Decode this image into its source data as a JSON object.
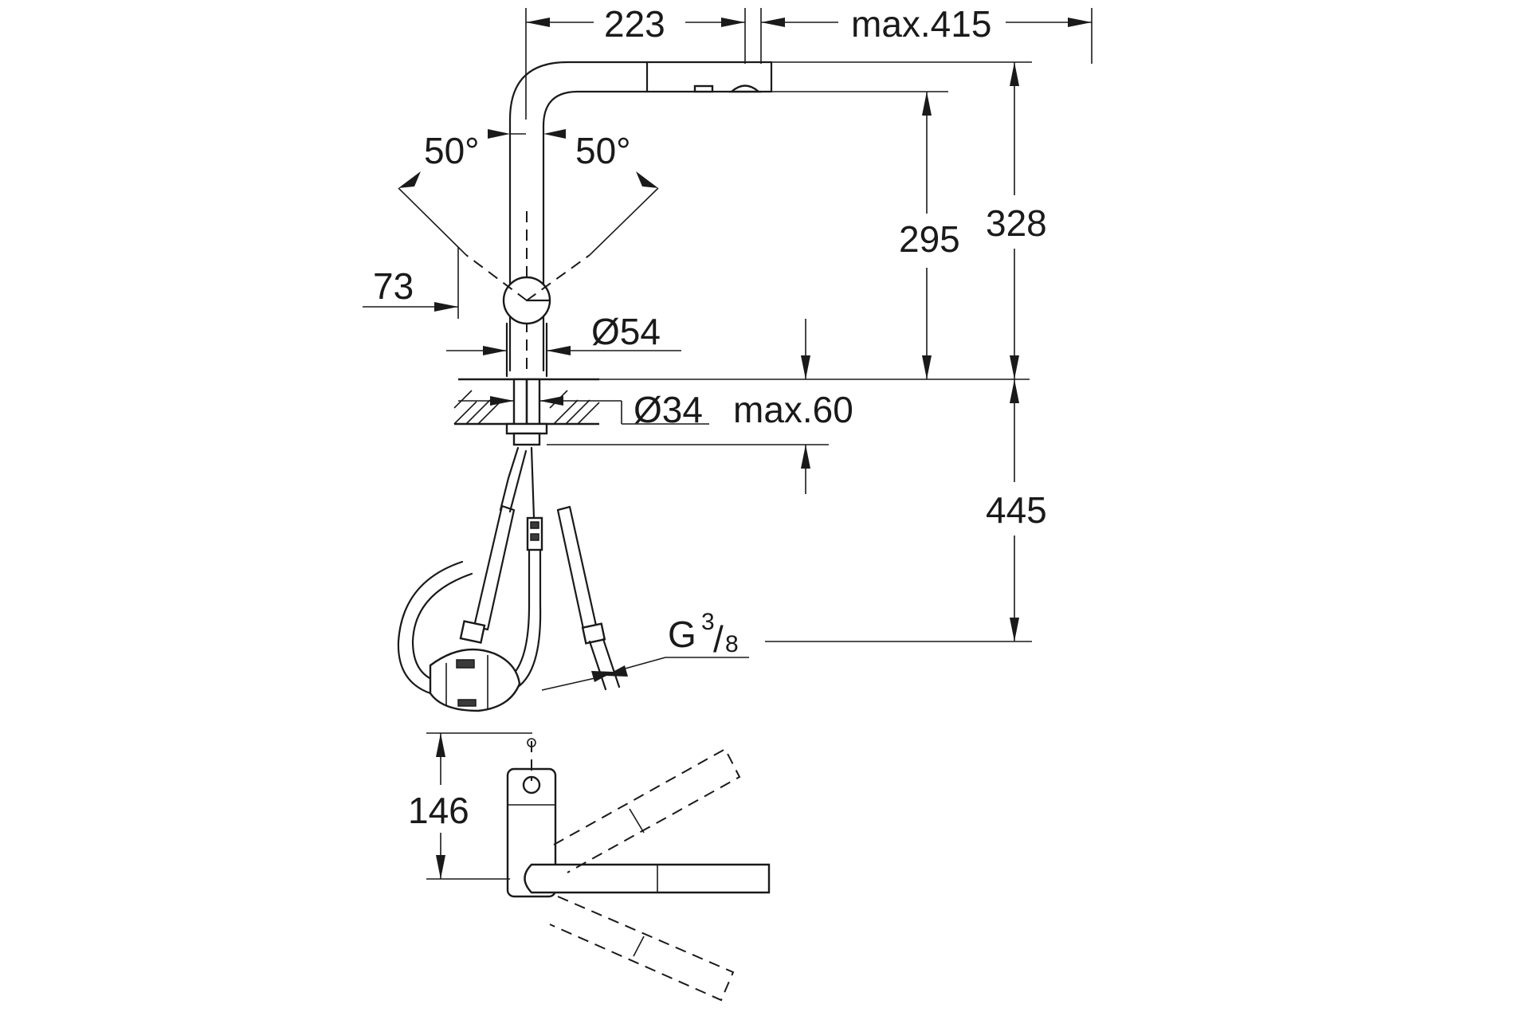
{
  "dimensions": {
    "spout_reach": "223",
    "pullout_reach": "max.415",
    "swivel_left": "50°",
    "swivel_right": "50°",
    "lever_offset": "73",
    "body_diameter": "Ø54",
    "spout_height": "295",
    "total_height": "328",
    "hole_diameter": "Ø34",
    "deck_thickness": "max.60",
    "hose_length": "445",
    "connection_thread_prefix": "G",
    "connection_thread_num": "3",
    "connection_thread_den": "8",
    "top_view_depth": "146"
  }
}
